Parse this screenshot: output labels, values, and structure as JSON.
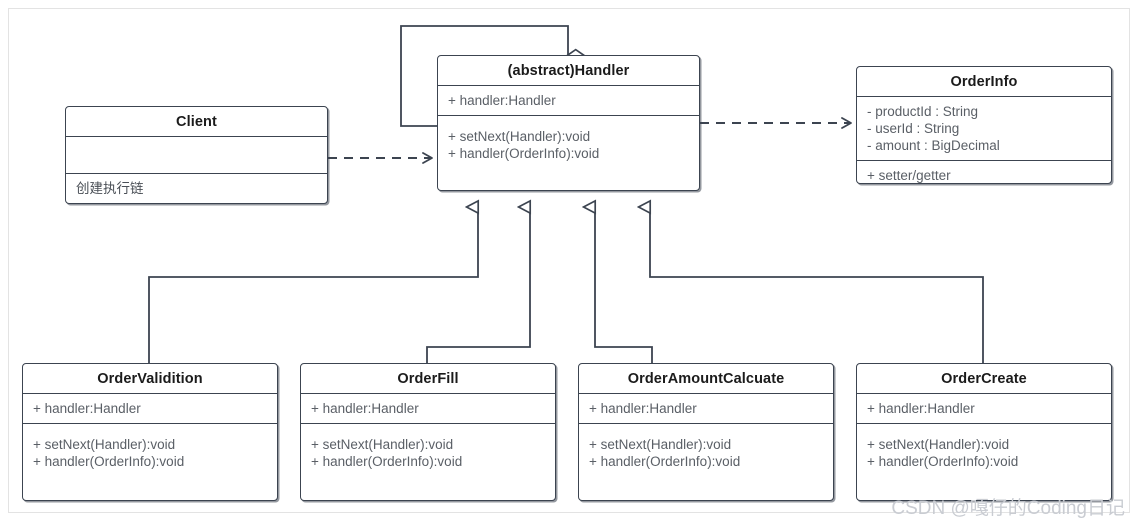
{
  "diagram": {
    "type": "uml-class-diagram",
    "title": "Chain of Responsibility order handler class diagram",
    "stroke_color": "#3c4450",
    "title_text_color": "#1b1b1b",
    "member_text_color": "#5a5f66",
    "background": "#ffffff",
    "frame_color": "#e3e3e3"
  },
  "classes": [
    {
      "id": "client",
      "name": "Client",
      "stereotype": "",
      "attributes": [],
      "operations": [
        "创建执行链"
      ],
      "has_empty_attribute_compartment": true
    },
    {
      "id": "handler",
      "name": "(abstract)Handler",
      "stereotype": "abstract",
      "attributes": [
        "+ handler:Handler"
      ],
      "operations": [
        "+ setNext(Handler):void",
        "+ handler(OrderInfo):void"
      ],
      "has_empty_attribute_compartment": false
    },
    {
      "id": "orderinfo",
      "name": "OrderInfo",
      "stereotype": "",
      "attributes": [
        "- productId : String",
        "- userId : String",
        "- amount : BigDecimal"
      ],
      "operations": [
        "+ setter/getter"
      ],
      "has_empty_attribute_compartment": false
    },
    {
      "id": "ordervalidition",
      "name": "OrderValidition",
      "stereotype": "",
      "attributes": [
        "+ handler:Handler"
      ],
      "operations": [
        "+ setNext(Handler):void",
        "+ handler(OrderInfo):void"
      ],
      "has_empty_attribute_compartment": false
    },
    {
      "id": "orderfill",
      "name": "OrderFill",
      "stereotype": "",
      "attributes": [
        "+ handler:Handler"
      ],
      "operations": [
        "+ setNext(Handler):void",
        "+ handler(OrderInfo):void"
      ],
      "has_empty_attribute_compartment": false
    },
    {
      "id": "orderamountcalcuate",
      "name": "OrderAmountCalcuate",
      "stereotype": "",
      "attributes": [
        "+ handler:Handler"
      ],
      "operations": [
        "+ setNext(Handler):void",
        "+ handler(OrderInfo):void"
      ],
      "has_empty_attribute_compartment": false
    },
    {
      "id": "ordercreate",
      "name": "OrderCreate",
      "stereotype": "",
      "attributes": [
        "+ handler:Handler"
      ],
      "operations": [
        "+ setNext(Handler):void",
        "+ handler(OrderInfo):void"
      ],
      "has_empty_attribute_compartment": false
    }
  ],
  "relationships": [
    {
      "id": "rel-client-handler",
      "kind": "dependency",
      "from": "client",
      "to": "handler",
      "style": "dashed",
      "arrow": "open"
    },
    {
      "id": "rel-handler-orderinfo",
      "kind": "dependency",
      "from": "handler",
      "to": "orderinfo",
      "style": "dashed",
      "arrow": "open"
    },
    {
      "id": "rel-handler-self",
      "kind": "aggregation",
      "from": "handler",
      "to": "handler",
      "style": "solid",
      "arrow": "diamond"
    },
    {
      "id": "rel-ordervalidition-handler",
      "kind": "generalization",
      "from": "ordervalidition",
      "to": "handler",
      "style": "solid",
      "arrow": "hollow-triangle"
    },
    {
      "id": "rel-orderfill-handler",
      "kind": "generalization",
      "from": "orderfill",
      "to": "handler",
      "style": "solid",
      "arrow": "hollow-triangle"
    },
    {
      "id": "rel-orderamountcalcuate-handler",
      "kind": "generalization",
      "from": "orderamountcalcuate",
      "to": "handler",
      "style": "solid",
      "arrow": "hollow-triangle"
    },
    {
      "id": "rel-ordercreate-handler",
      "kind": "generalization",
      "from": "ordercreate",
      "to": "handler",
      "style": "solid",
      "arrow": "hollow-triangle"
    }
  ],
  "watermark": {
    "text": "CSDN @嘎仔的Coding日记"
  }
}
